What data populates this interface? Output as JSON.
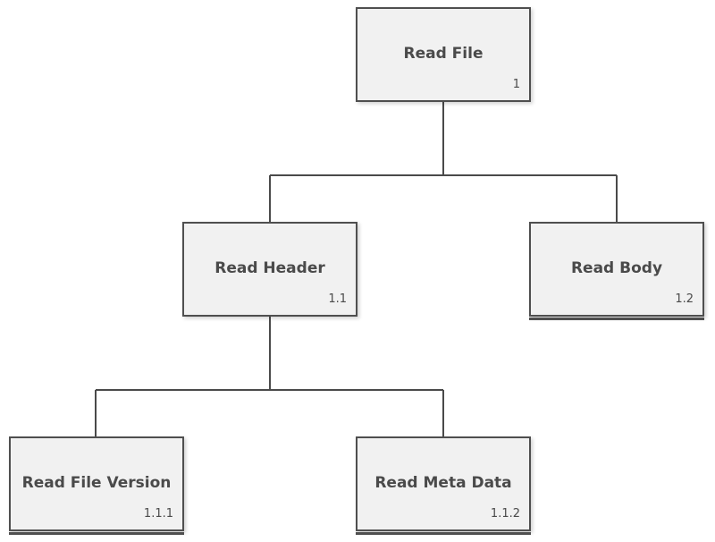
{
  "diagram": {
    "nodes": [
      {
        "title": "Read File",
        "id": "1"
      },
      {
        "title": "Read Header",
        "id": "1.1"
      },
      {
        "title": "Read Body",
        "id": "1.2"
      },
      {
        "title": "Read File Version",
        "id": "1.1.1"
      },
      {
        "title": "Read Meta Data",
        "id": "1.1.2"
      }
    ]
  }
}
